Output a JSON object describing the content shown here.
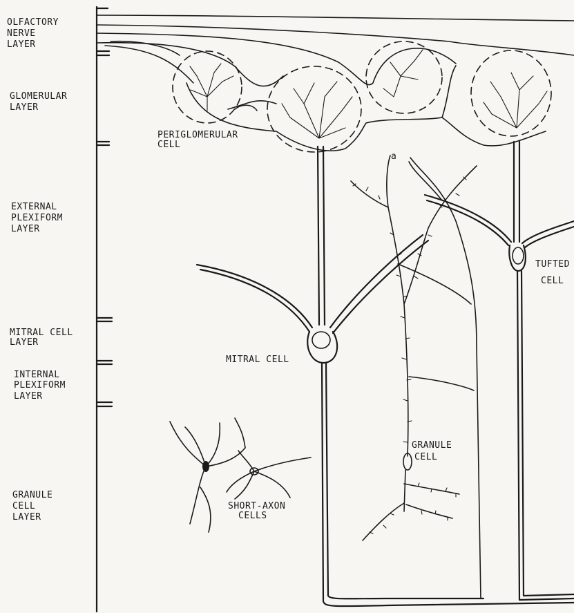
{
  "layers": [
    {
      "key": "olfactory",
      "lines": [
        "OLFACTORY",
        "NERVE",
        "LAYER"
      ]
    },
    {
      "key": "glomerular",
      "lines": [
        "GLOMERULAR",
        "LAYER"
      ]
    },
    {
      "key": "external_plexiform",
      "lines": [
        "EXTERNAL",
        "PLEXIFORM",
        "LAYER"
      ]
    },
    {
      "key": "mitral",
      "lines": [
        "MITRAL CELL",
        "LAYER"
      ]
    },
    {
      "key": "internal_plexiform",
      "lines": [
        "INTERNAL",
        "PLEXIFORM",
        "LAYER"
      ]
    },
    {
      "key": "granule",
      "lines": [
        "GRANULE",
        "CELL",
        "LAYER"
      ]
    }
  ],
  "cells": {
    "periglomerular": [
      "PERIGLOMERULAR",
      "CELL"
    ],
    "mitral": [
      "MITRAL CELL"
    ],
    "tufted": [
      "TUFTED",
      "CELL"
    ],
    "granule": [
      "GRANULE",
      "CELL"
    ],
    "short_axon": [
      "SHORT-AXON",
      "CELLS"
    ]
  },
  "marker": "a"
}
